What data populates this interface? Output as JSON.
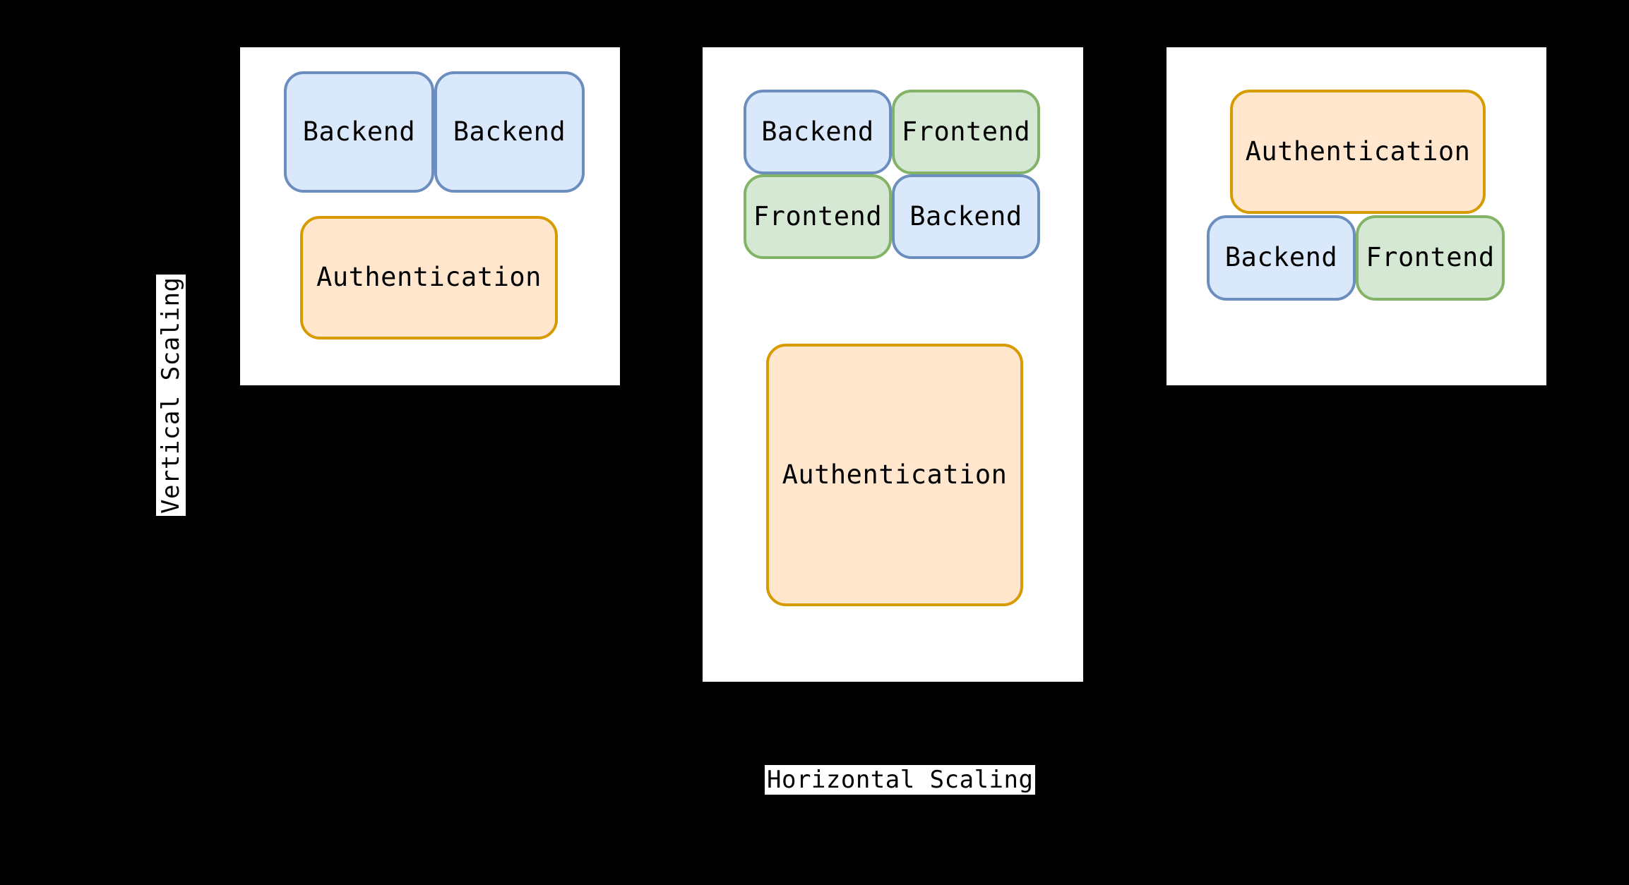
{
  "diagram": {
    "title_hidden": "",
    "background_color": "#000000",
    "panel_color": "#ffffff",
    "axes": {
      "y_label": "Vertical Scaling",
      "x_label": "Horizontal Scaling"
    },
    "palette": {
      "backend_fill": "#dae8fc",
      "backend_border": "#6c8ebf",
      "frontend_fill": "#d5e8d4",
      "frontend_border": "#82b366",
      "auth_fill": "#ffe6cc",
      "auth_border": "#d79b00"
    },
    "panels": [
      {
        "name": "panel-one",
        "nodes": [
          {
            "label": "Backend",
            "kind": "backend"
          },
          {
            "label": "Backend",
            "kind": "backend"
          },
          {
            "label": "Authentication",
            "kind": "auth"
          }
        ]
      },
      {
        "name": "panel-two",
        "nodes": [
          {
            "label": "Backend",
            "kind": "backend"
          },
          {
            "label": "Frontend",
            "kind": "frontend"
          },
          {
            "label": "Frontend",
            "kind": "frontend"
          },
          {
            "label": "Backend",
            "kind": "backend"
          },
          {
            "label": "Authentication",
            "kind": "auth"
          }
        ]
      },
      {
        "name": "panel-three",
        "nodes": [
          {
            "label": "Authentication",
            "kind": "auth"
          },
          {
            "label": "Backend",
            "kind": "backend"
          },
          {
            "label": "Frontend",
            "kind": "frontend"
          }
        ]
      }
    ]
  }
}
